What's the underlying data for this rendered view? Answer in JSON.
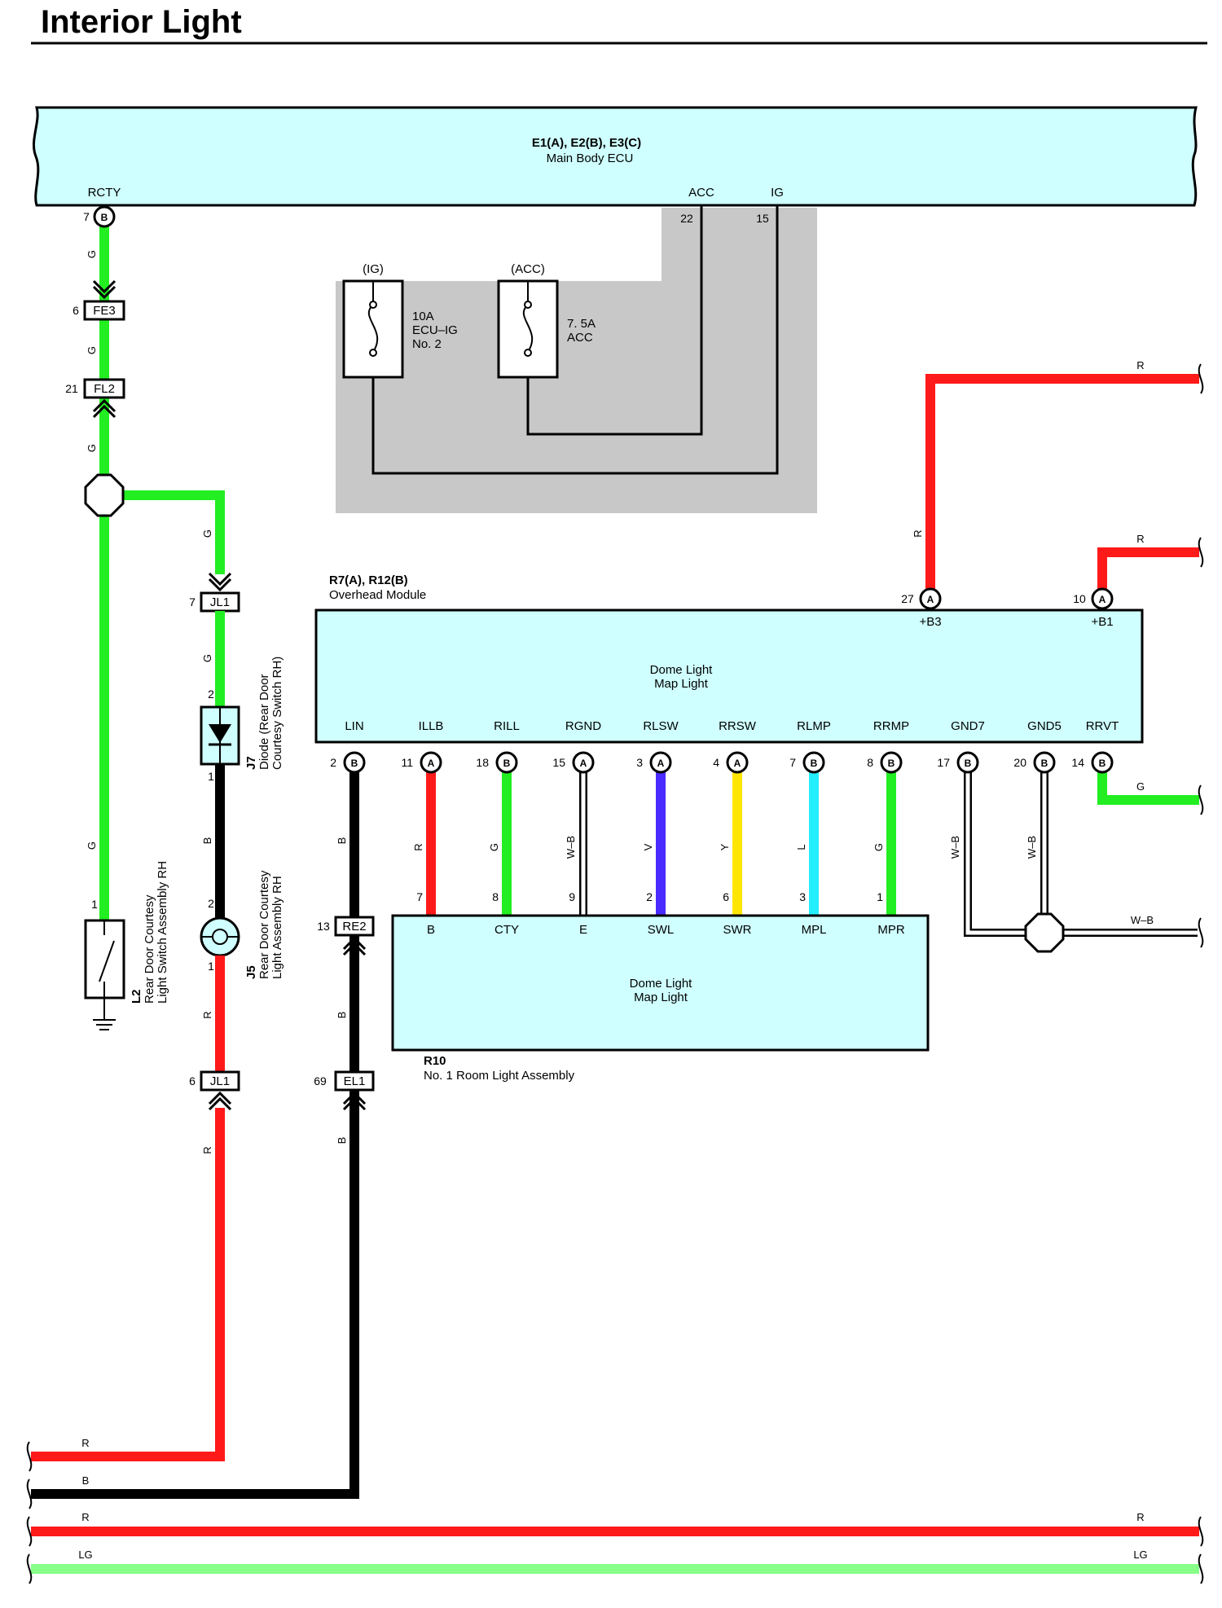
{
  "title": "Interior Light",
  "colors": {
    "red": "#ff1a1a",
    "green": "#22ee22",
    "black": "#000000",
    "violet": "#4a2bff",
    "yellow": "#ffe600",
    "lightblue": "#22eeff",
    "lightgreen": "#88ff88",
    "box_fill": "#cfffff",
    "shade": "#c8c8c8"
  },
  "main_body_ecu": {
    "connectors": "E1(A), E2(B), E3(C)",
    "name": "Main Body ECU",
    "pins": [
      {
        "label": "RCTY",
        "num": "7",
        "conn": "B"
      },
      {
        "label": "ACC",
        "num": "22"
      },
      {
        "label": "IG",
        "num": "15"
      }
    ]
  },
  "fuses": [
    {
      "circuit": "(IG)",
      "line1": "10A",
      "line2": "ECU–IG",
      "line3": "No. 2"
    },
    {
      "circuit": "(ACC)",
      "line1": "7. 5A",
      "line2": "ACC"
    }
  ],
  "junctions": {
    "fe3": {
      "num": "6",
      "name": "FE3"
    },
    "fl2": {
      "num": "21",
      "name": "FL2"
    },
    "jl1_top": {
      "num": "7",
      "name": "JL1"
    },
    "jl1_bottom": {
      "num": "6",
      "name": "JL1"
    },
    "re2": {
      "num": "13",
      "name": "RE2"
    },
    "el1": {
      "num": "69",
      "name": "EL1"
    }
  },
  "overhead_module": {
    "connectors": "R7(A), R12(B)",
    "name": "Overhead Module",
    "inner_line1": "Dome Light",
    "inner_line2": "Map Light",
    "top_pins": [
      {
        "num": "27",
        "conn": "A",
        "label": "+B3"
      },
      {
        "num": "10",
        "conn": "A",
        "label": "+B1"
      }
    ],
    "bottom_pins": [
      {
        "label": "LIN",
        "num": "2",
        "conn": "B",
        "wire": "B"
      },
      {
        "label": "ILLB",
        "num": "11",
        "conn": "A",
        "wire": "R"
      },
      {
        "label": "RILL",
        "num": "18",
        "conn": "B",
        "wire": "G"
      },
      {
        "label": "RGND",
        "num": "15",
        "conn": "A",
        "wire": "W–B"
      },
      {
        "label": "RLSW",
        "num": "3",
        "conn": "A",
        "wire": "V"
      },
      {
        "label": "RRSW",
        "num": "4",
        "conn": "A",
        "wire": "Y"
      },
      {
        "label": "RLMP",
        "num": "7",
        "conn": "B",
        "wire": "L"
      },
      {
        "label": "RRMP",
        "num": "8",
        "conn": "B",
        "wire": "G"
      },
      {
        "label": "GND7",
        "num": "17",
        "conn": "B",
        "wire": "W–B"
      },
      {
        "label": "GND5",
        "num": "20",
        "conn": "B",
        "wire": "W–B"
      },
      {
        "label": "RRVT",
        "num": "14",
        "conn": "B",
        "wire": "G"
      }
    ]
  },
  "room_light": {
    "id": "R10",
    "name": "No. 1 Room Light Assembly",
    "inner_line1": "Dome Light",
    "inner_line2": "Map Light",
    "pins": [
      {
        "num": "7",
        "label": "B"
      },
      {
        "num": "8",
        "label": "CTY"
      },
      {
        "num": "9",
        "label": "E"
      },
      {
        "num": "2",
        "label": "SWL"
      },
      {
        "num": "6",
        "label": "SWR"
      },
      {
        "num": "3",
        "label": "MPL"
      },
      {
        "num": "1",
        "label": "MPR"
      }
    ]
  },
  "l2": {
    "id": "L2",
    "name_line1": "Rear Door Courtesy",
    "name_line2": "Light Switch Assembly RH",
    "pin": "1"
  },
  "j7": {
    "id": "J7",
    "name_line1": "Diode (Rear Door",
    "name_line2": "Courtesy Switch RH)",
    "pin_top": "2",
    "pin_bottom": "1"
  },
  "j5": {
    "id": "J5",
    "name_line1": "Rear Door Courtesy",
    "name_line2": "Light Assembly RH",
    "pin_top": "2",
    "pin_bottom": "1"
  },
  "wire_labels": {
    "g": "G",
    "r": "R",
    "b": "B",
    "wb": "W–B",
    "lg": "LG"
  }
}
